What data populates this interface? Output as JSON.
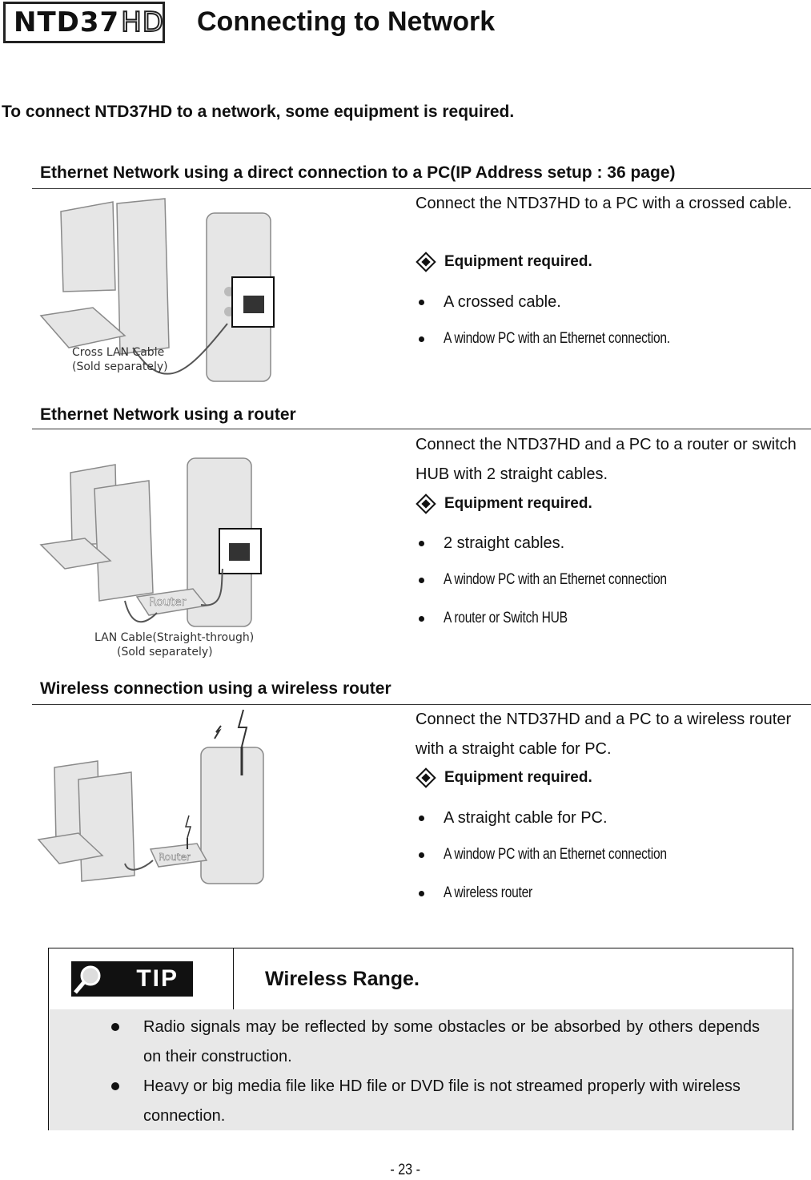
{
  "header": {
    "logo_text": "NTD37",
    "logo_hd": "HD",
    "title": "Connecting to Network"
  },
  "intro": "To connect NTD37HD to a network, some equipment is required.",
  "sections": [
    {
      "heading": "Ethernet Network using a direct connection to a PC(IP Address setup : 36 page)",
      "description": "Connect the NTD37HD to a PC with a crossed cable.",
      "equipment_label": "Equipment required.",
      "items": [
        "A crossed cable.",
        "A window PC with an Ethernet connection."
      ],
      "illustration_caption": [
        "Cross LAN Cable",
        "(Sold separately)"
      ]
    },
    {
      "heading": "Ethernet Network using a router",
      "description": "Connect the NTD37HD and a PC to a router or switch HUB with 2 straight cables.",
      "equipment_label": "Equipment required.",
      "items": [
        "2 straight cables.",
        "A window PC with an Ethernet connection",
        "A router or Switch HUB"
      ],
      "illustration_router": "Router",
      "illustration_caption": [
        "LAN Cable(Straight-through)",
        "(Sold separately)"
      ]
    },
    {
      "heading": "Wireless connection using a wireless router",
      "description": "Connect the NTD37HD and a PC to a wireless router with a straight cable for PC.",
      "equipment_label": "Equipment required.",
      "items": [
        "A straight cable for PC.",
        "A window PC with an Ethernet connection",
        "A wireless router"
      ],
      "illustration_router": "Router"
    }
  ],
  "tip": {
    "badge": "TIP",
    "title": "Wireless Range.",
    "items": [
      "Radio signals may be reflected by some obstacles or be absorbed by others depends on their construction.",
      "Heavy or big media file like HD file or DVD file is not streamed properly with wireless connection."
    ]
  },
  "page_number": "- 23 -"
}
